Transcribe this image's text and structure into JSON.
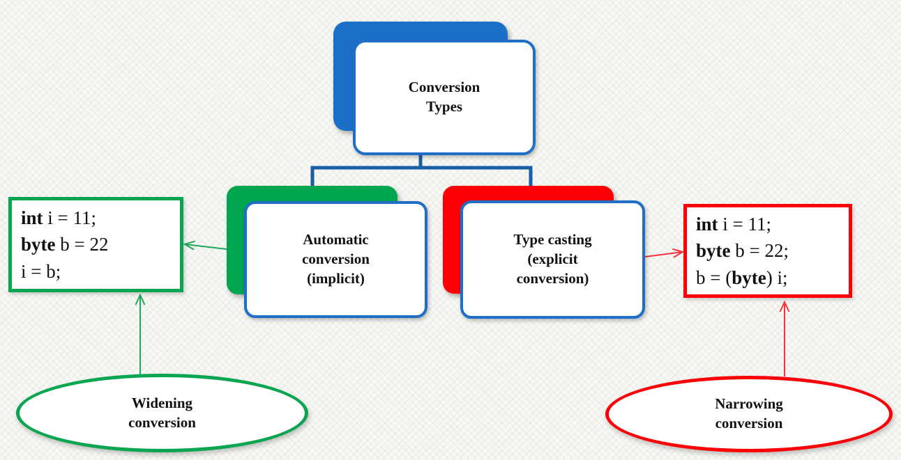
{
  "diagram": {
    "title_node": {
      "label": "Conversion\nTypes"
    },
    "left_node": {
      "label": "Automatic\nconversion\n(implicit)"
    },
    "right_node": {
      "label": "Type casting\n(explicit\nconversion)"
    }
  },
  "code_boxes": {
    "left": {
      "lines": [
        {
          "pre": "",
          "bold": "int",
          "post": " i = 11;"
        },
        {
          "pre": "",
          "bold": "byte",
          "post": " b = 22"
        },
        {
          "pre": "i = b;",
          "bold": "",
          "post": ""
        }
      ]
    },
    "right": {
      "lines": [
        {
          "pre": "",
          "bold": "int",
          "post": " i = 11;"
        },
        {
          "pre": "",
          "bold": "byte",
          "post": " b = 22;"
        },
        {
          "pre": "b = (",
          "bold": "byte",
          "post": ") i;"
        }
      ]
    }
  },
  "ellipses": {
    "left": {
      "label": "Widening\nconversion"
    },
    "right": {
      "label": "Narrowing\nconversion"
    }
  },
  "colors": {
    "card_blue_fill": "#1b6fc7",
    "card_border_blue": "#1e6fc5",
    "connector_blue": "#1b5ea8",
    "green": "#0aa550",
    "red": "#fb0007",
    "arrow_green": "#1fa859",
    "arrow_red": "#f4333d",
    "text": "#111111"
  }
}
